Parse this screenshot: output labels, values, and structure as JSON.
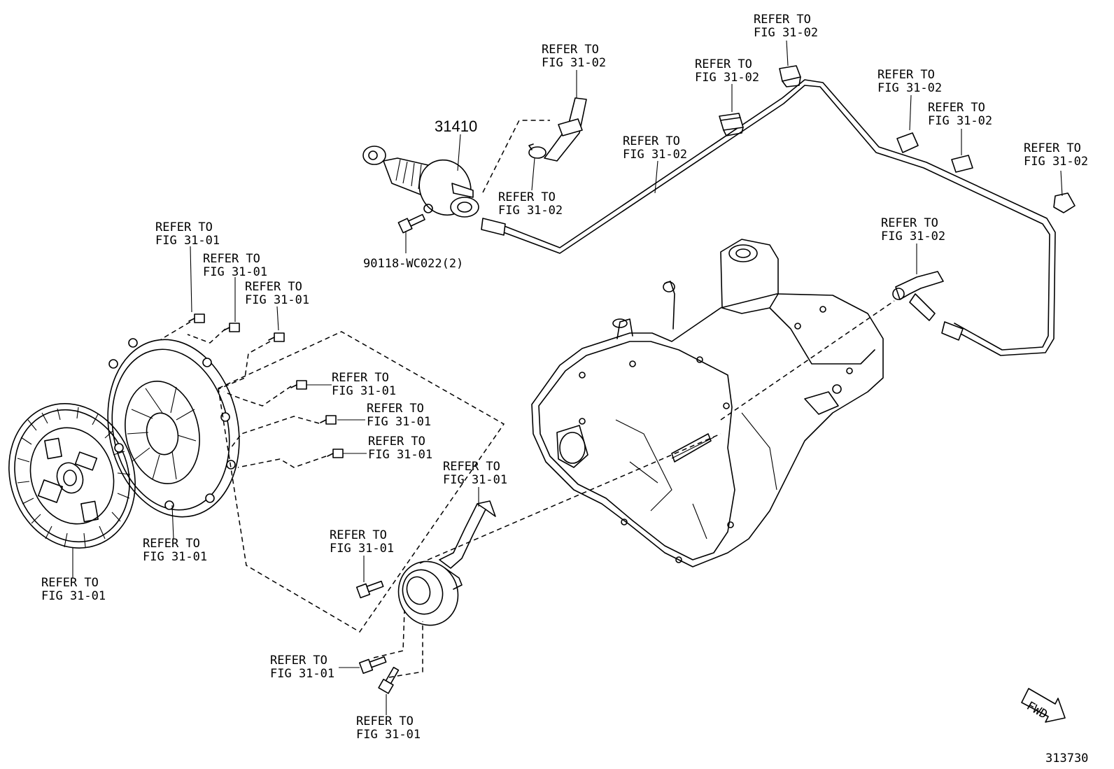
{
  "diagram": {
    "part_number": "31410",
    "bolt_part": "90118-WC022(2)",
    "figure_id": "313730",
    "fwd_badge": "FWD",
    "callouts_31_01": [
      {
        "line1": "REFER TO",
        "line2": "FIG 31-01"
      },
      {
        "line1": "REFER TO",
        "line2": "FIG 31-01"
      },
      {
        "line1": "REFER TO",
        "line2": "FIG 31-01"
      },
      {
        "line1": "REFER TO",
        "line2": "FIG 31-01"
      },
      {
        "line1": "REFER TO",
        "line2": "FIG 31-01"
      },
      {
        "line1": "REFER TO",
        "line2": "FIG 31-01"
      },
      {
        "line1": "REFER TO",
        "line2": "FIG 31-01"
      },
      {
        "line1": "REFER TO",
        "line2": "FIG 31-01"
      },
      {
        "line1": "REFER TO",
        "line2": "FIG 31-01"
      },
      {
        "line1": "REFER TO",
        "line2": "FIG 31-01"
      },
      {
        "line1": "REFER TO",
        "line2": "FIG 31-01"
      },
      {
        "line1": "REFER TO",
        "line2": "FIG 31-01"
      }
    ],
    "callouts_31_02": [
      {
        "line1": "REFER TO",
        "line2": "FIG 31-02"
      },
      {
        "line1": "REFER TO",
        "line2": "FIG 31-02"
      },
      {
        "line1": "REFER TO",
        "line2": "FIG 31-02"
      },
      {
        "line1": "REFER TO",
        "line2": "FIG 31-02"
      },
      {
        "line1": "REFER TO",
        "line2": "FIG 31-02"
      },
      {
        "line1": "REFER TO",
        "line2": "FIG 31-02"
      },
      {
        "line1": "REFER TO",
        "line2": "FIG 31-02"
      },
      {
        "line1": "REFER TO",
        "line2": "FIG 31-02"
      },
      {
        "line1": "REFER TO",
        "line2": "FIG 31-02"
      }
    ]
  }
}
